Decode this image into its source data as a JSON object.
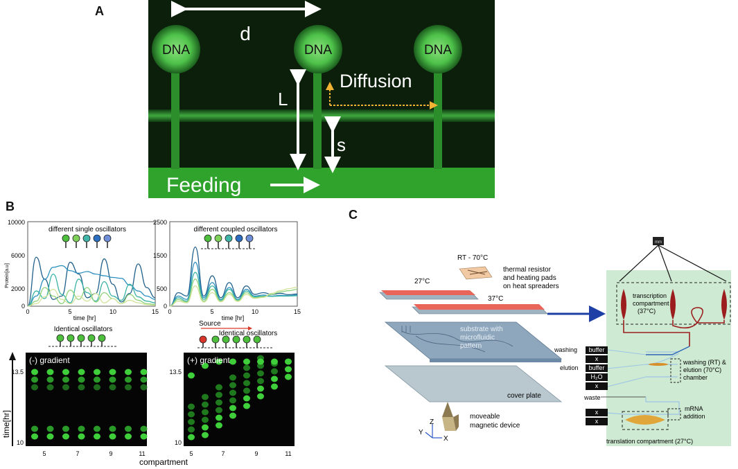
{
  "panel_a": {
    "letter": "A",
    "dna_labels": [
      "DNA",
      "DNA",
      "DNA"
    ],
    "d_label": "d",
    "L_label": "L",
    "s_label": "s",
    "diffusion_label": "Diffusion",
    "feeding_label": "Feeding"
  },
  "panel_b": {
    "letter": "B",
    "chart1_title": "different single oscillators",
    "chart2_title": "different coupled oscillators",
    "ylabel": "Protein[a.u]",
    "xlabel": "time [hr]",
    "identical_label": "Identical oscillators",
    "source_label": "Source",
    "gradient_neg_label": "(-) gradient",
    "gradient_pos_label": "(+) gradient",
    "time_axis_label": "time[hr]",
    "compartment_label": "compartment",
    "chart1_yticks": [
      "0",
      "2000",
      "6000",
      "10000"
    ],
    "chart2_yticks": [
      "0",
      "500",
      "1500",
      "2500"
    ],
    "xticks": [
      "0",
      "5",
      "10",
      "15"
    ],
    "heat_yticks": [
      "13.5",
      "10"
    ],
    "heat_xticks": [
      "5",
      "7",
      "9",
      "11"
    ]
  },
  "chart_data": [
    {
      "type": "line",
      "title": "different single oscillators",
      "xlabel": "time [hr]",
      "ylabel": "Protein[a.u]",
      "xlim": [
        0,
        15
      ],
      "ylim": [
        0,
        10000
      ],
      "x": [
        0,
        1,
        2,
        3,
        4,
        5,
        6,
        7,
        8,
        9,
        10,
        11,
        12,
        13,
        14,
        15
      ],
      "series": [
        {
          "color": "#1f5f8b",
          "values": [
            0,
            5800,
            3200,
            800,
            1200,
            5200,
            3800,
            1000,
            1500,
            5600,
            2600,
            500,
            1500,
            5000,
            2200,
            1000
          ]
        },
        {
          "color": "#2a8fbf",
          "values": [
            0,
            1200,
            3200,
            4600,
            4800,
            4200,
            3900,
            4100,
            3800,
            3600,
            3400,
            3300,
            2500,
            1800,
            1200,
            800
          ]
        },
        {
          "color": "#37b3a4",
          "values": [
            0,
            1800,
            900,
            3800,
            1400,
            400,
            3200,
            1600,
            600,
            2900,
            1200,
            700,
            2600,
            1100,
            600,
            400
          ]
        },
        {
          "color": "#8ed27a",
          "values": [
            0,
            600,
            2200,
            1200,
            300,
            1900,
            800,
            2200,
            500,
            1600,
            900,
            300,
            1400,
            700,
            300,
            200
          ]
        },
        {
          "color": "#d2e39a",
          "values": [
            0,
            300,
            1100,
            2000,
            800,
            300,
            1200,
            600,
            1500,
            400,
            900,
            300,
            700,
            400,
            200,
            100
          ]
        }
      ]
    },
    {
      "type": "line",
      "title": "different coupled oscillators",
      "xlabel": "time [hr]",
      "ylabel": "",
      "xlim": [
        0,
        15
      ],
      "ylim": [
        0,
        2500
      ],
      "x": [
        0,
        1,
        2,
        3,
        4,
        5,
        6,
        7,
        8,
        9,
        10,
        11,
        12,
        13,
        14,
        15
      ],
      "series": [
        {
          "color": "#1f5f8b",
          "values": [
            0,
            400,
            300,
            1750,
            300,
            900,
            250,
            700,
            250,
            600,
            350,
            400,
            350,
            380,
            340,
            360
          ]
        },
        {
          "color": "#2a8fbf",
          "values": [
            0,
            300,
            200,
            1300,
            250,
            700,
            200,
            550,
            200,
            500,
            300,
            330,
            300,
            320,
            310,
            330
          ]
        },
        {
          "color": "#37b3a4",
          "values": [
            0,
            250,
            150,
            1000,
            200,
            600,
            180,
            500,
            180,
            450,
            280,
            300,
            290,
            300,
            300,
            310
          ]
        },
        {
          "color": "#8ed27a",
          "values": [
            0,
            200,
            120,
            800,
            150,
            500,
            150,
            400,
            160,
            400,
            250,
            280,
            350,
            420,
            460,
            500
          ]
        },
        {
          "color": "#d2e39a",
          "values": [
            0,
            150,
            100,
            600,
            120,
            400,
            130,
            350,
            140,
            350,
            230,
            260,
            380,
            460,
            520,
            560
          ]
        }
      ]
    }
  ],
  "panel_c": {
    "letter": "C",
    "temp_rt": "RT - 70°C",
    "temp_27": "27°C",
    "temp_37": "37°C",
    "heater_label_1": "thermal resistor",
    "heater_label_2": "and heating pads",
    "heater_label_3": "on heat spreaders",
    "substrate_label_1": "substrate with",
    "substrate_label_2": "microfluidic",
    "substrate_label_3": "pattern",
    "cover_label": "cover plate",
    "magnet_label_1": "moveable",
    "magnet_label_2": "magnetic device",
    "axis_z": "Z",
    "axis_y": "Y",
    "axis_x": "X",
    "transcription_1": "transcription",
    "transcription_2": "compartment",
    "transcription_3": "(37°C)",
    "washing_buffer": "washing",
    "buffer": "buffer",
    "x_box": "x",
    "elution": "elution",
    "h2o": "H₂O",
    "waste": "waste",
    "washing_chamber_1": "washing (RT) &",
    "washing_chamber_2": "elution (70°C)",
    "washing_chamber_3": "chamber",
    "mrna_1": "mRNA",
    "mrna_2": "addition",
    "translation": "translation compartment (27°C)",
    "inlet_label": "mm"
  }
}
